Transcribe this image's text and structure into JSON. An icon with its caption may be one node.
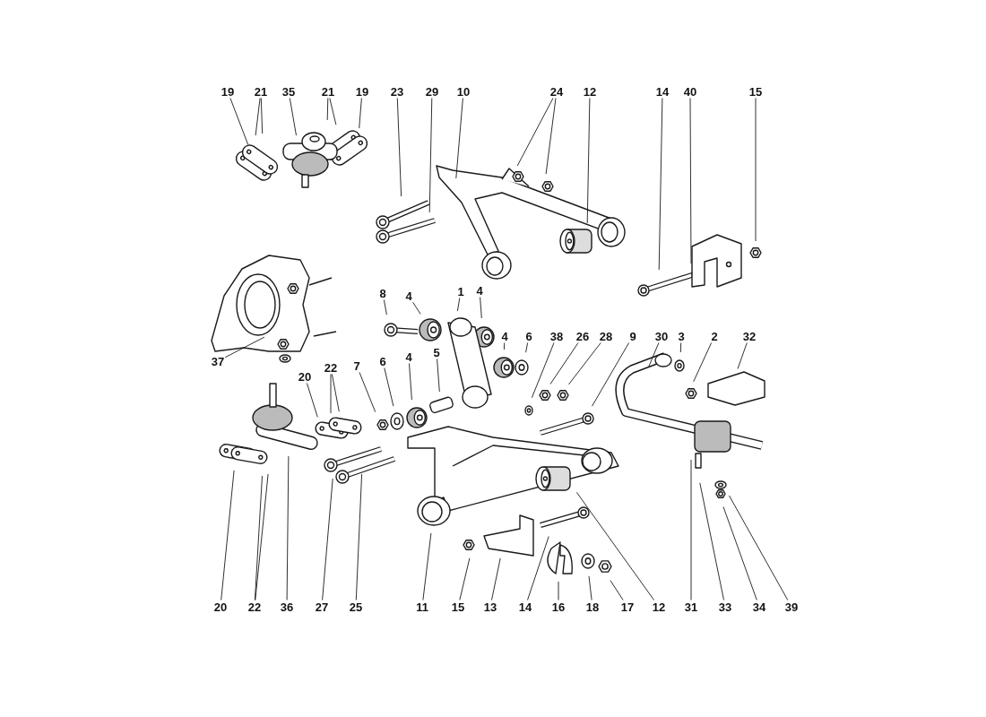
{
  "diagram": {
    "nodes": [
      {
        "text": [
          "19"
        ]
      },
      {
        "text": [
          "21"
        ]
      },
      {
        "text": [
          "35"
        ]
      },
      {
        "text": [
          "21"
        ]
      },
      {
        "text": [
          "19"
        ]
      },
      {
        "text": [
          "23"
        ]
      },
      {
        "text": [
          "29"
        ]
      },
      {
        "text": [
          "10"
        ]
      },
      {
        "text": [
          "24"
        ]
      },
      {
        "text": [
          "12"
        ]
      },
      {
        "text": [
          "14"
        ]
      },
      {
        "text": [
          "40"
        ]
      },
      {
        "text": [
          "15"
        ]
      },
      {
        "text": [
          "8"
        ]
      },
      {
        "text": [
          "4"
        ]
      },
      {
        "text": [
          "1"
        ]
      },
      {
        "text": [
          "4"
        ]
      },
      {
        "text": [
          "4"
        ]
      },
      {
        "text": [
          "6"
        ]
      },
      {
        "text": [
          "38"
        ]
      },
      {
        "text": [
          "26"
        ]
      },
      {
        "text": [
          "28"
        ]
      },
      {
        "text": [
          "9"
        ]
      },
      {
        "text": [
          "30"
        ]
      },
      {
        "text": [
          "3"
        ]
      },
      {
        "text": [
          "2"
        ]
      },
      {
        "text": [
          "32"
        ]
      },
      {
        "text": [
          "37"
        ]
      },
      {
        "text": [
          "20"
        ]
      },
      {
        "text": [
          "22"
        ]
      },
      {
        "text": [
          "7"
        ]
      },
      {
        "text": [
          "6"
        ]
      },
      {
        "text": [
          "4"
        ]
      },
      {
        "text": [
          "5"
        ]
      },
      {
        "text": [
          "20"
        ]
      },
      {
        "text": [
          "22"
        ]
      },
      {
        "text": [
          "36"
        ]
      },
      {
        "text": [
          "27"
        ]
      },
      {
        "text": [
          "25"
        ]
      },
      {
        "text": [
          "11"
        ]
      },
      {
        "text": [
          "15"
        ]
      },
      {
        "text": [
          "13"
        ]
      },
      {
        "text": [
          "14"
        ]
      },
      {
        "text": [
          "16"
        ]
      },
      {
        "text": [
          "18"
        ]
      },
      {
        "text": [
          "17"
        ]
      },
      {
        "text": [
          "12"
        ]
      },
      {
        "text": [
          "31"
        ]
      },
      {
        "text": [
          "33"
        ]
      },
      {
        "text": [
          "34"
        ]
      },
      {
        "text": [
          "39"
        ]
      }
    ],
    "edges": [
      {
        "from": 0,
        "to": null,
        "arrow": "none"
      },
      {
        "from": 1,
        "to": null,
        "arrow": "none"
      },
      {
        "from": 1,
        "to": null,
        "arrow": "none"
      },
      {
        "from": 2,
        "to": null,
        "arrow": "none"
      },
      {
        "from": 3,
        "to": null,
        "arrow": "none"
      },
      {
        "from": 3,
        "to": null,
        "arrow": "none"
      },
      {
        "from": 4,
        "to": null,
        "arrow": "none"
      },
      {
        "from": 5,
        "to": null,
        "arrow": "none"
      },
      {
        "from": 6,
        "to": null,
        "arrow": "none"
      },
      {
        "from": 7,
        "to": null,
        "arrow": "none"
      },
      {
        "from": 8,
        "to": null,
        "arrow": "none"
      },
      {
        "from": 8,
        "to": null,
        "arrow": "none"
      },
      {
        "from": 9,
        "to": null,
        "arrow": "none"
      },
      {
        "from": 10,
        "to": null,
        "arrow": "none"
      },
      {
        "from": 11,
        "to": null,
        "arrow": "none"
      },
      {
        "from": 12,
        "to": null,
        "arrow": "none"
      },
      {
        "from": 13,
        "to": null,
        "arrow": "none"
      },
      {
        "from": 14,
        "to": null,
        "arrow": "none"
      },
      {
        "from": 15,
        "to": null,
        "arrow": "none"
      },
      {
        "from": 16,
        "to": null,
        "arrow": "none"
      },
      {
        "from": 17,
        "to": null,
        "arrow": "none"
      },
      {
        "from": 18,
        "to": null,
        "arrow": "none"
      },
      {
        "from": 19,
        "to": null,
        "arrow": "none"
      },
      {
        "from": 20,
        "to": null,
        "arrow": "none"
      },
      {
        "from": 21,
        "to": null,
        "arrow": "none"
      },
      {
        "from": 22,
        "to": null,
        "arrow": "none"
      },
      {
        "from": 23,
        "to": null,
        "arrow": "none"
      },
      {
        "from": 24,
        "to": null,
        "arrow": "none"
      },
      {
        "from": 25,
        "to": null,
        "arrow": "none"
      },
      {
        "from": 26,
        "to": null,
        "arrow": "none"
      },
      {
        "from": 27,
        "to": null,
        "arrow": "none"
      },
      {
        "from": 28,
        "to": null,
        "arrow": "none"
      },
      {
        "from": 29,
        "to": null,
        "arrow": "none"
      },
      {
        "from": 29,
        "to": null,
        "arrow": "none"
      },
      {
        "from": 30,
        "to": null,
        "arrow": "none"
      },
      {
        "from": 31,
        "to": null,
        "arrow": "none"
      },
      {
        "from": 32,
        "to": null,
        "arrow": "none"
      },
      {
        "from": 33,
        "to": null,
        "arrow": "none"
      },
      {
        "from": 34,
        "to": null,
        "arrow": "none"
      },
      {
        "from": 35,
        "to": null,
        "arrow": "none"
      },
      {
        "from": 35,
        "to": null,
        "arrow": "none"
      },
      {
        "from": 36,
        "to": null,
        "arrow": "none"
      },
      {
        "from": 37,
        "to": null,
        "arrow": "none"
      },
      {
        "from": 38,
        "to": null,
        "arrow": "none"
      },
      {
        "from": 39,
        "to": null,
        "arrow": "none"
      },
      {
        "from": 40,
        "to": null,
        "arrow": "none"
      },
      {
        "from": 41,
        "to": null,
        "arrow": "none"
      },
      {
        "from": 42,
        "to": null,
        "arrow": "none"
      },
      {
        "from": 43,
        "to": null,
        "arrow": "none"
      },
      {
        "from": 44,
        "to": null,
        "arrow": "none"
      },
      {
        "from": 45,
        "to": null,
        "arrow": "none"
      },
      {
        "from": 46,
        "to": null,
        "arrow": "none"
      },
      {
        "from": 47,
        "to": null,
        "arrow": "none"
      },
      {
        "from": 48,
        "to": null,
        "arrow": "none"
      },
      {
        "from": 49,
        "to": null,
        "arrow": "none"
      },
      {
        "from": 50,
        "to": null,
        "arrow": "none"
      }
    ]
  }
}
